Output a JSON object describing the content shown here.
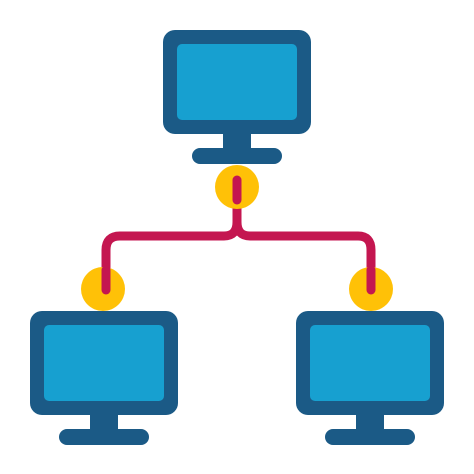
{
  "icon": {
    "name": "network-icon",
    "nodes": [
      "computer-top",
      "computer-left",
      "computer-right"
    ],
    "colors": {
      "frame": "#1b5a86",
      "screen": "#17a0d0",
      "connector": "#ffc107",
      "cable": "#c41650",
      "background": "#ffffff"
    }
  }
}
